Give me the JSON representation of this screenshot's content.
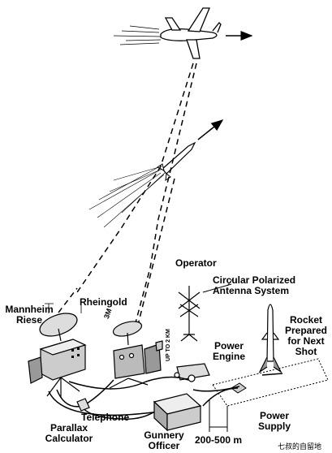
{
  "labels": {
    "operator": "Operator",
    "antenna": [
      "Circular Polarized",
      "Antenna System"
    ],
    "mannheim": [
      "Mannheim",
      "Riese"
    ],
    "rheingold": "Rheingold",
    "rocket": [
      "Rocket",
      "Prepared",
      "for Next",
      "Shot"
    ],
    "power_engine": [
      "Power",
      "Engine"
    ],
    "telephone": "Telephone",
    "parallax": [
      "Parallax",
      "Calculator"
    ],
    "gunnery": [
      "Gunnery",
      "Officer"
    ],
    "power_supply": [
      "Power",
      "Supply"
    ],
    "distance": "200-500 m",
    "range_note": "UP TO 2 KM",
    "beam_mark": "3M",
    "watermark": "七叔的自留地"
  }
}
